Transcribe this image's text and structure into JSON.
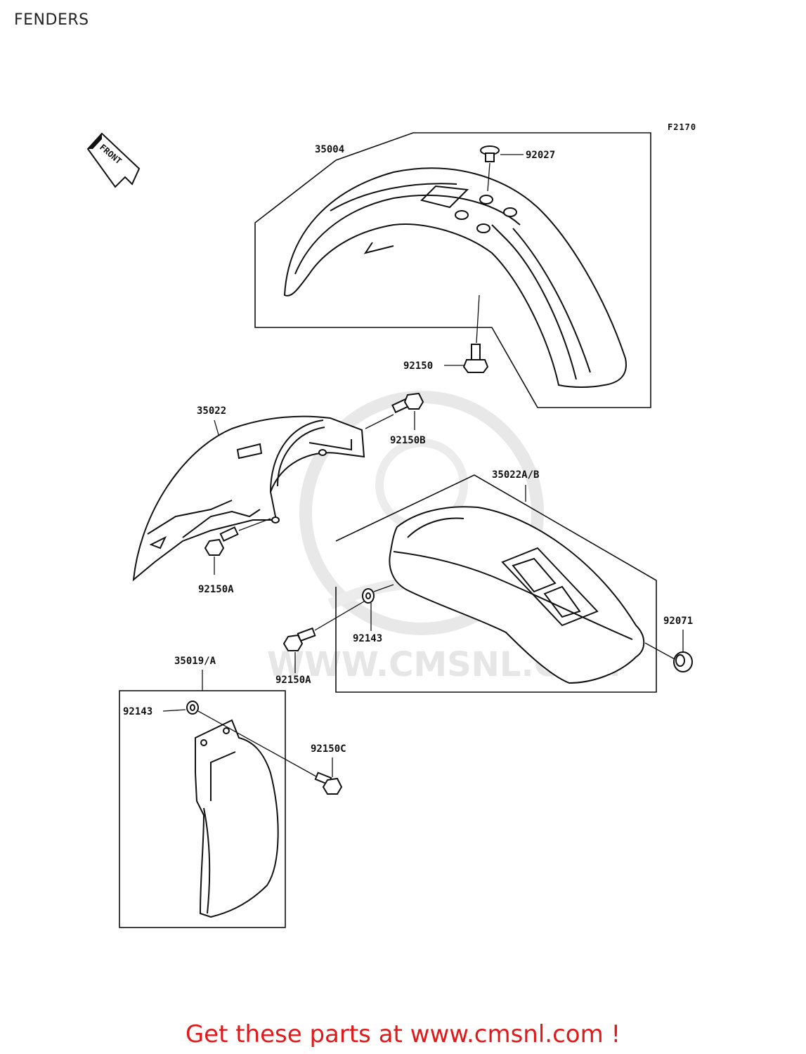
{
  "title": "FENDERS",
  "figure_ref": "F2170",
  "front_label": "FRONT",
  "watermark": "WWW.CMSNL.COM",
  "parts": {
    "p35004": "35004",
    "p92027": "92027",
    "p92150": "92150",
    "p35022": "35022",
    "p92150B": "92150B",
    "p92150A_left": "92150A",
    "p35022AB": "35022A/B",
    "p92071": "92071",
    "p92143_mid": "92143",
    "p92150A_mid": "92150A",
    "p35019A": "35019/A",
    "p92143_low": "92143",
    "p92150C": "92150C"
  },
  "footer": "Get these parts at www.cmsnl.com !",
  "colors": {
    "footer": "#e0191b",
    "line": "#111111",
    "watermark": "#e6e6e6"
  }
}
